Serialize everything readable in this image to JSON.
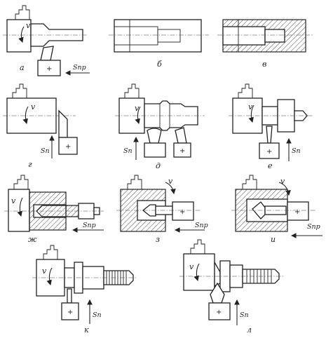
{
  "panels": [
    {
      "id": "a",
      "label": "а",
      "v": "v",
      "feed": "Sпр",
      "tool": "+"
    },
    {
      "id": "b",
      "label": "б"
    },
    {
      "id": "v",
      "label": "в"
    },
    {
      "id": "g",
      "label": "г",
      "v": "v",
      "feed": "Sп",
      "tool": "+"
    },
    {
      "id": "d",
      "label": "д",
      "v": "v",
      "feed": "Sп",
      "tool": "+"
    },
    {
      "id": "e",
      "label": "е",
      "v": "v",
      "feed": "Sп",
      "tool": "+"
    },
    {
      "id": "zh",
      "label": "ж",
      "v": "v",
      "feed": "Sпр"
    },
    {
      "id": "z",
      "label": "з",
      "v": "v",
      "feed": "Sпр",
      "tool": "+"
    },
    {
      "id": "i",
      "label": "и",
      "v": "v",
      "feed": "Sпр",
      "tool": "+"
    },
    {
      "id": "k",
      "label": "к",
      "v": "v",
      "feed": "Sп",
      "tool": "+"
    },
    {
      "id": "l",
      "label": "л",
      "v": "v",
      "feed": "Sп",
      "tool": "+"
    }
  ]
}
